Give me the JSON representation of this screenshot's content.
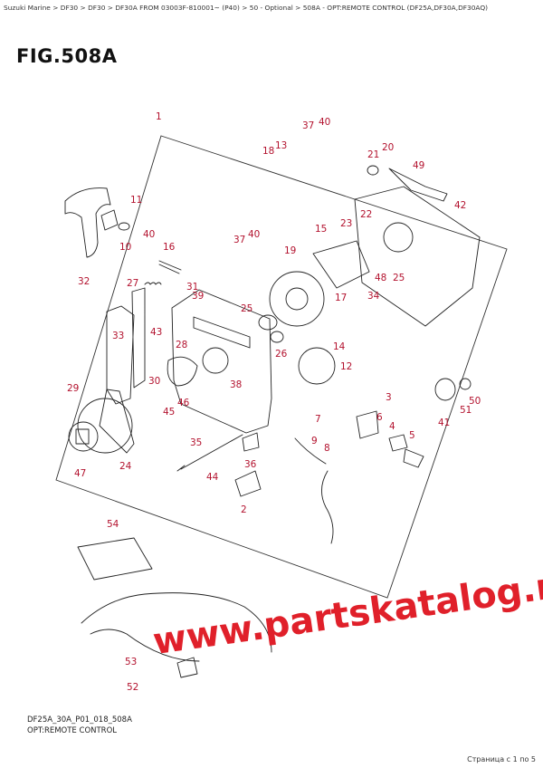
{
  "breadcrumb": {
    "items": [
      "Suzuki Marine",
      "DF30",
      "DF30",
      "DF30A FROM 03003F-810001~ (P40)",
      "50 - Optional",
      "508A - OPT:REMOTE CONTROL (DF25A,DF30A,DF30AQ)"
    ],
    "separator": ">"
  },
  "figure": {
    "title": "FIG.508A",
    "code": "DF25A_30A_P01_018_508A",
    "description": "OPT:REMOTE CONTROL"
  },
  "watermark": "www.partskatalog.ru",
  "pager": "Страница с 1 по 5",
  "colors": {
    "callout": "#b3122e",
    "watermark": "#e0202a",
    "line": "#333333"
  },
  "callouts": [
    {
      "n": "1"
    },
    {
      "n": "2"
    },
    {
      "n": "3"
    },
    {
      "n": "4"
    },
    {
      "n": "5"
    },
    {
      "n": "6"
    },
    {
      "n": "7"
    },
    {
      "n": "8"
    },
    {
      "n": "9"
    },
    {
      "n": "10"
    },
    {
      "n": "11"
    },
    {
      "n": "12"
    },
    {
      "n": "13"
    },
    {
      "n": "14"
    },
    {
      "n": "15"
    },
    {
      "n": "16"
    },
    {
      "n": "17"
    },
    {
      "n": "18"
    },
    {
      "n": "19"
    },
    {
      "n": "20"
    },
    {
      "n": "21"
    },
    {
      "n": "22"
    },
    {
      "n": "23"
    },
    {
      "n": "24"
    },
    {
      "n": "25"
    },
    {
      "n": "25"
    },
    {
      "n": "26"
    },
    {
      "n": "27"
    },
    {
      "n": "28"
    },
    {
      "n": "29"
    },
    {
      "n": "30"
    },
    {
      "n": "31"
    },
    {
      "n": "32"
    },
    {
      "n": "33"
    },
    {
      "n": "34"
    },
    {
      "n": "35"
    },
    {
      "n": "36"
    },
    {
      "n": "37"
    },
    {
      "n": "37"
    },
    {
      "n": "38"
    },
    {
      "n": "39"
    },
    {
      "n": "40"
    },
    {
      "n": "40"
    },
    {
      "n": "40"
    },
    {
      "n": "41"
    },
    {
      "n": "42"
    },
    {
      "n": "43"
    },
    {
      "n": "44"
    },
    {
      "n": "45"
    },
    {
      "n": "46"
    },
    {
      "n": "47"
    },
    {
      "n": "48"
    },
    {
      "n": "49"
    },
    {
      "n": "50"
    },
    {
      "n": "51"
    },
    {
      "n": "52"
    },
    {
      "n": "53"
    },
    {
      "n": "54"
    }
  ]
}
